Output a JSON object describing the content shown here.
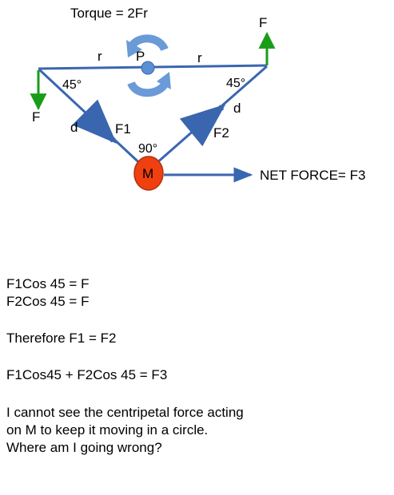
{
  "diagram": {
    "torque_label": "Torque = 2Fr",
    "pivot_label": "P",
    "mass_label": "M",
    "r_left": "r",
    "r_right": "r",
    "force_left": "F",
    "force_right": "F",
    "d_left": "d",
    "d_right": "d",
    "angle_left": "45°",
    "angle_right": "45°",
    "angle_bottom": "90°",
    "f1_label": "F1",
    "f2_label": "F2",
    "net_force_label": "NET FORCE= F3",
    "colors": {
      "line_blue": "#3a66b0",
      "force_green": "#1a9c1a",
      "mass_fill": "#f04010",
      "mass_stroke": "#b03010",
      "pivot_blue": "#5b8fd3",
      "rotation_arrow": "#6a9ad8"
    },
    "icons": [
      "counterclockwise-rotation-arrow-icon",
      "clockwise-rotation-arrow-icon"
    ]
  },
  "notes": {
    "eq1": "F1Cos 45 = F",
    "eq2": "F2Cos 45 = F",
    "therefore": "Therefore F1 = F2",
    "sum": "F1Cos45 + F2Cos 45 = F3",
    "question": "I cannot see the centripetal force acting on M to keep it moving in a circle. Where am I going wrong?"
  }
}
